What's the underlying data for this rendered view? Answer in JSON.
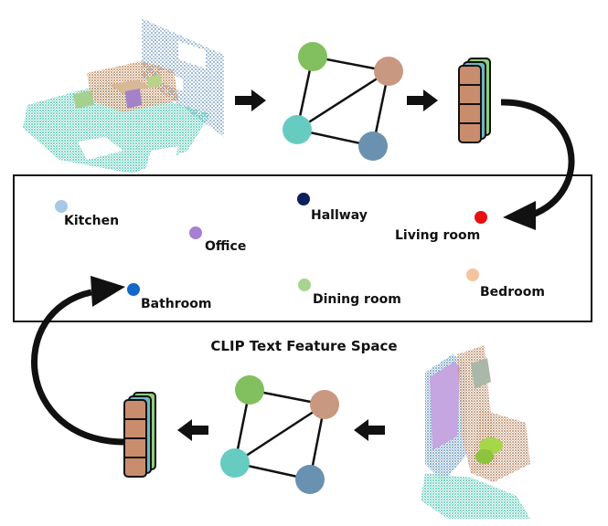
{
  "title": "CLIP Text Feature Space",
  "rooms": [
    {
      "label": "Kitchen",
      "color": "#a8c8e8"
    },
    {
      "label": "Hallway",
      "color": "#0d1f5c"
    },
    {
      "label": "Living room",
      "color": "#e81010"
    },
    {
      "label": "Office",
      "color": "#a67fd2"
    },
    {
      "label": "Bathroom",
      "color": "#1268c8"
    },
    {
      "label": "Dining room",
      "color": "#a8d490"
    },
    {
      "label": "Bedroom",
      "color": "#f4c4a0"
    }
  ],
  "graph_node_colors": {
    "top": "#82bf5e",
    "right": "#c99880",
    "left": "#66ccc2",
    "bottom": "#6a91b0"
  },
  "feature_stack_colors": [
    "#c98d6e",
    "#6fb6c4",
    "#8fcf7a"
  ]
}
